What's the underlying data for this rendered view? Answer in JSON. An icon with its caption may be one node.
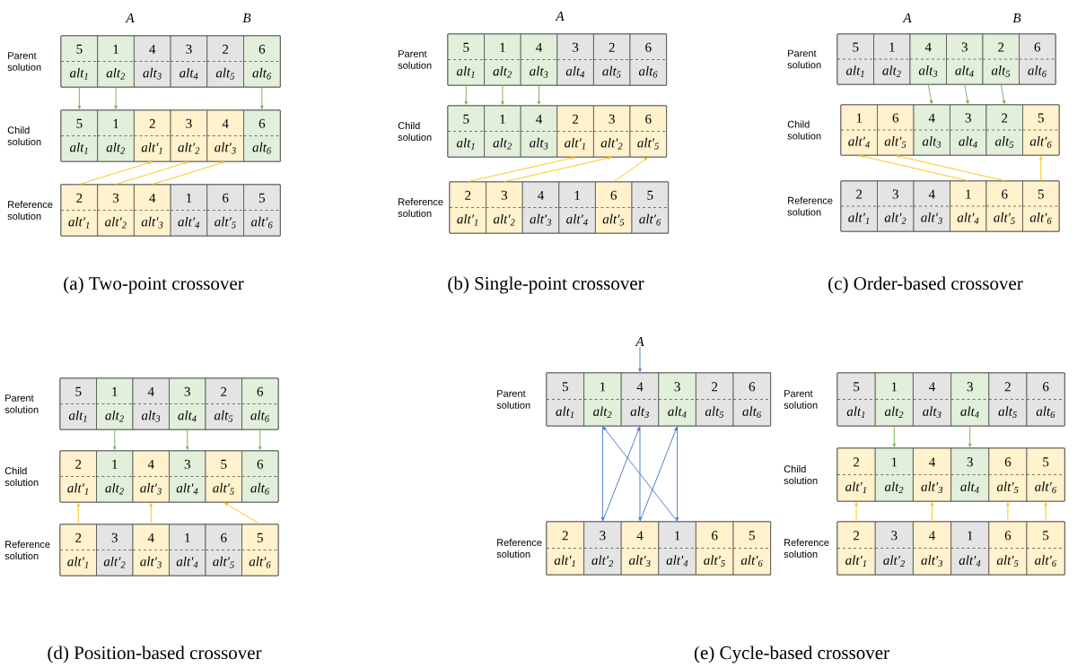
{
  "diagram": {
    "nodes": [
      {
        "text": [
          "Parent solution"
        ]
      },
      {
        "text": [
          "5",
          "alt$_{1}$"
        ],
        "in": 0
      },
      {
        "text": [
          "1",
          "alt$_{2}$"
        ],
        "in": 0
      },
      {
        "text": [
          "4",
          "alt$_{3}$"
        ],
        "in": 0
      },
      {
        "text": [
          "3",
          "alt$_{4}$"
        ],
        "in": 0
      },
      {
        "text": [
          "2",
          "alt$_{5}$"
        ],
        "in": 0
      },
      {
        "text": [
          "6",
          "alt$_{6}$"
        ],
        "in": 0
      },
      {
        "text": [
          "Child solution"
        ]
      },
      {
        "text": [
          "5",
          "alt$_{1}$"
        ],
        "in": 7
      },
      {
        "text": [
          "1",
          "alt$_{2}$"
        ],
        "in": 7
      },
      {
        "text": [
          "2",
          "alt′$_{1}$"
        ],
        "in": 7
      },
      {
        "text": [
          "3",
          "alt′$_{2}$"
        ],
        "in": 7
      },
      {
        "text": [
          "4",
          "alt′$_{3}$"
        ],
        "in": 7
      },
      {
        "text": [
          "6",
          "alt$_{6}$"
        ],
        "in": 7
      },
      {
        "text": [
          "Reference solution"
        ]
      },
      {
        "text": [
          "2",
          "alt′$_{1}$"
        ],
        "in": 14
      },
      {
        "text": [
          "3",
          "alt′$_{2}$"
        ],
        "in": 14
      },
      {
        "text": [
          "4",
          "alt′$_{3}$"
        ],
        "in": 14
      },
      {
        "text": [
          "1",
          "alt′$_{4}$"
        ],
        "in": 14
      },
      {
        "text": [
          "6",
          "alt′$_{5}$"
        ],
        "in": 14
      },
      {
        "text": [
          "5",
          "alt′$_{6}$"
        ],
        "in": 14
      },
      {
        "text": [
          "Parent solution"
        ]
      },
      {
        "text": [
          "5",
          "alt$_{1}$"
        ],
        "in": 21
      },
      {
        "text": [
          "1",
          "alt$_{2}$"
        ],
        "in": 21
      },
      {
        "text": [
          "4",
          "alt$_{3}$"
        ],
        "in": 21
      },
      {
        "text": [
          "3",
          "alt$_{4}$"
        ],
        "in": 21
      },
      {
        "text": [
          "2",
          "alt$_{5}$"
        ],
        "in": 21
      },
      {
        "text": [
          "6",
          "alt$_{6}$"
        ],
        "in": 21
      },
      {
        "text": [
          "Child solution"
        ]
      },
      {
        "text": [
          "5",
          "alt$_{1}$"
        ],
        "in": 28
      },
      {
        "text": [
          "1",
          "alt$_{2}$"
        ],
        "in": 28
      },
      {
        "text": [
          "4",
          "alt$_{3}$"
        ],
        "in": 28
      },
      {
        "text": [
          "2",
          "alt′$_{1}$"
        ],
        "in": 28
      },
      {
        "text": [
          "3",
          "alt′$_{2}$"
        ],
        "in": 28
      },
      {
        "text": [
          "6",
          "alt′$_{5}$"
        ],
        "in": 28
      },
      {
        "text": [
          "Reference solution"
        ]
      },
      {
        "text": [
          "2",
          "alt′$_{1}$"
        ],
        "in": 35
      },
      {
        "text": [
          "3",
          "alt′$_{2}$"
        ],
        "in": 35
      },
      {
        "text": [
          "4",
          "alt′$_{3}$"
        ],
        "in": 35
      },
      {
        "text": [
          "1",
          "alt′$_{4}$"
        ],
        "in": 35
      },
      {
        "text": [
          "6",
          "alt′$_{5}$"
        ],
        "in": 35
      },
      {
        "text": [
          "5",
          "alt′$_{6}$"
        ],
        "in": 35
      },
      {
        "text": [
          "Parent solution"
        ]
      },
      {
        "text": [
          "5",
          "alt$_{1}$"
        ],
        "in": 42
      },
      {
        "text": [
          "1",
          "alt$_{2}$"
        ],
        "in": 42
      },
      {
        "text": [
          "4",
          "alt$_{3}$"
        ],
        "in": 42
      },
      {
        "text": [
          "3",
          "alt$_{4}$"
        ],
        "in": 42
      },
      {
        "text": [
          "2",
          "alt$_{5}$"
        ],
        "in": 42
      },
      {
        "text": [
          "6",
          "alt$_{6}$"
        ],
        "in": 42
      },
      {
        "text": [
          "Child solution"
        ]
      },
      {
        "text": [
          "1",
          "alt′$_{4}$"
        ],
        "in": 49
      },
      {
        "text": [
          "6",
          "alt′$_{5}$"
        ],
        "in": 49
      },
      {
        "text": [
          "4",
          "alt$_{3}$"
        ],
        "in": 49
      },
      {
        "text": [
          "3",
          "alt$_{4}$"
        ],
        "in": 49
      },
      {
        "text": [
          "2",
          "alt$_{5}$"
        ],
        "in": 49
      },
      {
        "text": [
          "5",
          "alt′$_{6}$"
        ],
        "in": 49
      },
      {
        "text": [
          "Reference solution"
        ]
      },
      {
        "text": [
          "2",
          "alt′$_{1}$"
        ],
        "in": 56
      },
      {
        "text": [
          "3",
          "alt′$_{2}$"
        ],
        "in": 56
      },
      {
        "text": [
          "4",
          "alt′$_{3}$"
        ],
        "in": 56
      },
      {
        "text": [
          "1",
          "alt′$_{4}$"
        ],
        "in": 56
      },
      {
        "text": [
          "6",
          "alt′$_{5}$"
        ],
        "in": 56
      },
      {
        "text": [
          "5",
          "alt′$_{6}$"
        ],
        "in": 56
      },
      {
        "text": [
          "Parent solution"
        ]
      },
      {
        "text": [
          "5",
          "alt$_{1}$"
        ],
        "in": 63
      },
      {
        "text": [
          "1",
          "alt$_{2}$"
        ],
        "in": 63
      },
      {
        "text": [
          "4",
          "alt$_{3}$"
        ],
        "in": 63
      },
      {
        "text": [
          "3",
          "alt$_{4}$"
        ],
        "in": 63
      },
      {
        "text": [
          "2",
          "alt$_{5}$"
        ],
        "in": 63
      },
      {
        "text": [
          "6",
          "alt$_{6}$"
        ],
        "in": 63
      },
      {
        "text": [
          "Child solution"
        ]
      },
      {
        "text": [
          "2",
          "alt′$_{1}$"
        ],
        "in": 70
      },
      {
        "text": [
          "1",
          "alt$_{2}$"
        ],
        "in": 70
      },
      {
        "text": [
          "4",
          "alt′$_{3}$"
        ],
        "in": 70
      },
      {
        "text": [
          "3",
          "alt′$_{4}$"
        ],
        "in": 70
      },
      {
        "text": [
          "5",
          "alt′$_{5}$"
        ],
        "in": 70
      },
      {
        "text": [
          "6",
          "alt$_{6}$"
        ],
        "in": 70
      },
      {
        "text": [
          "Reference solution"
        ]
      },
      {
        "text": [
          "2",
          "alt′$_{1}$"
        ],
        "in": 77
      },
      {
        "text": [
          "3",
          "alt′$_{2}$"
        ],
        "in": 77
      },
      {
        "text": [
          "4",
          "alt′$_{3}$"
        ],
        "in": 77
      },
      {
        "text": [
          "1",
          "alt′$_{4}$"
        ],
        "in": 77
      },
      {
        "text": [
          "6",
          "alt′$_{5}$"
        ],
        "in": 77
      },
      {
        "text": [
          "5",
          "alt′$_{6}$"
        ],
        "in": 77
      },
      {
        "text": [
          "A"
        ]
      },
      {
        "text": [
          "Parent solution"
        ]
      },
      {
        "text": [
          "5",
          "alt$_{1}$"
        ],
        "in": 85
      },
      {
        "text": [
          "1",
          "alt$_{2}$"
        ],
        "in": 85
      },
      {
        "text": [
          "4",
          "alt$_{3}$"
        ],
        "in": 85
      },
      {
        "text": [
          "3",
          "alt$_{4}$"
        ],
        "in": 85
      },
      {
        "text": [
          "2",
          "alt$_{5}$"
        ],
        "in": 85
      },
      {
        "text": [
          "6",
          "alt$_{6}$"
        ],
        "in": 85
      },
      {
        "text": [
          "Reference solution"
        ]
      },
      {
        "text": [
          "2",
          "alt′$_{1}$"
        ],
        "in": 92
      },
      {
        "text": [
          "3",
          "alt′$_{2}$"
        ],
        "in": 92
      },
      {
        "text": [
          "4",
          "alt′$_{3}$"
        ],
        "in": 92
      },
      {
        "text": [
          "1",
          "alt′$_{4}$"
        ],
        "in": 92
      },
      {
        "text": [
          "6",
          "alt′$_{5}$"
        ],
        "in": 92
      },
      {
        "text": [
          "5",
          "alt′$_{6}$"
        ],
        "in": 92
      },
      {
        "text": [
          "Parent solution"
        ]
      },
      {
        "text": [
          "5",
          "alt$_{1}$"
        ],
        "in": 99
      },
      {
        "text": [
          "1",
          "alt$_{2}$"
        ],
        "in": 99
      },
      {
        "text": [
          "4",
          "alt$_{3}$"
        ],
        "in": 99
      },
      {
        "text": [
          "3",
          "alt$_{4}$"
        ],
        "in": 99
      },
      {
        "text": [
          "2",
          "alt$_{5}$"
        ],
        "in": 99
      },
      {
        "text": [
          "6",
          "alt$_{6}$"
        ],
        "in": 99
      },
      {
        "text": [
          "Child solution"
        ]
      },
      {
        "text": [
          "2",
          "alt′$_{1}$"
        ],
        "in": 106
      },
      {
        "text": [
          "1",
          "alt$_{2}$"
        ],
        "in": 106
      },
      {
        "text": [
          "4",
          "alt′$_{3}$"
        ],
        "in": 106
      },
      {
        "text": [
          "3",
          "alt$_{4}$"
        ],
        "in": 106
      },
      {
        "text": [
          "6",
          "alt′$_{5}$"
        ],
        "in": 106
      },
      {
        "text": [
          "5",
          "alt′$_{6}$"
        ],
        "in": 106
      },
      {
        "text": [
          "Reference solution"
        ]
      },
      {
        "text": [
          "2",
          "alt′$_{1}$"
        ],
        "in": 113
      },
      {
        "text": [
          "3",
          "alt′$_{2}$"
        ],
        "in": 113
      },
      {
        "text": [
          "4",
          "alt′$_{3}$"
        ],
        "in": 113
      },
      {
        "text": [
          "1",
          "alt′$_{4}$"
        ],
        "in": 113
      },
      {
        "text": [
          "6",
          "alt′$_{5}$"
        ],
        "in": 113
      },
      {
        "text": [
          "5",
          "alt′$_{6}$"
        ],
        "in": 113
      }
    ],
    "edges": [
      {
        "from": 1,
        "to": 8,
        "arrow": "to",
        "color": "#70ad47"
      },
      {
        "from": 2,
        "to": 9,
        "arrow": "to",
        "color": "#70ad47"
      },
      {
        "from": 6,
        "to": 13,
        "arrow": "to",
        "color": "#70ad47"
      },
      {
        "from": 15,
        "to": 10,
        "arrow": "to",
        "color": "#ffc000"
      },
      {
        "from": 16,
        "to": 11,
        "arrow": "to",
        "color": "#ffc000"
      },
      {
        "from": 17,
        "to": 12,
        "arrow": "to",
        "color": "#ffc000"
      },
      {
        "from": 22,
        "to": 29,
        "arrow": "to",
        "color": "#70ad47"
      },
      {
        "from": 23,
        "to": 30,
        "arrow": "to",
        "color": "#70ad47"
      },
      {
        "from": 24,
        "to": 31,
        "arrow": "to",
        "color": "#70ad47"
      },
      {
        "from": 36,
        "to": 32,
        "arrow": "to",
        "color": "#ffc000"
      },
      {
        "from": 37,
        "to": 33,
        "arrow": "to",
        "color": "#ffc000"
      },
      {
        "from": 40,
        "to": 34,
        "arrow": "to",
        "color": "#ffc000"
      },
      {
        "from": 45,
        "to": 52,
        "arrow": "to",
        "color": "#70ad47"
      },
      {
        "from": 46,
        "to": 53,
        "arrow": "to",
        "color": "#70ad47"
      },
      {
        "from": 47,
        "to": 54,
        "arrow": "to",
        "color": "#70ad47"
      },
      {
        "from": 60,
        "to": 50,
        "arrow": "to",
        "color": "#ffc000"
      },
      {
        "from": 61,
        "to": 51,
        "arrow": "to",
        "color": "#ffc000"
      },
      {
        "from": 62,
        "to": 55,
        "arrow": "to",
        "color": "#ffc000"
      },
      {
        "from": 65,
        "to": 72,
        "arrow": "to",
        "color": "#70ad47"
      },
      {
        "from": 67,
        "to": 74,
        "arrow": "to",
        "color": "#70ad47"
      },
      {
        "from": 69,
        "to": 76,
        "arrow": "to",
        "color": "#70ad47"
      },
      {
        "from": 78,
        "to": 71,
        "arrow": "to",
        "color": "#ffc000"
      },
      {
        "from": 80,
        "to": 73,
        "arrow": "to",
        "color": "#ffc000"
      },
      {
        "from": 83,
        "to": 75,
        "arrow": "to",
        "color": "#ffc000"
      },
      {
        "from": 84,
        "to": 88,
        "arrow": "to",
        "color": "#4472c4"
      },
      {
        "from": 87,
        "to": 94,
        "arrow": "to",
        "color": "#4472c4"
      },
      {
        "from": 94,
        "to": 88,
        "arrow": "to",
        "color": "#4472c4"
      },
      {
        "from": 88,
        "to": 95,
        "arrow": "to",
        "color": "#4472c4"
      },
      {
        "from": 95,
        "to": 89,
        "arrow": "to",
        "color": "#4472c4"
      },
      {
        "from": 89,
        "to": 96,
        "arrow": "to",
        "color": "#4472c4"
      },
      {
        "from": 96,
        "to": 87,
        "arrow": "to",
        "color": "#4472c4"
      },
      {
        "from": 101,
        "to": 108,
        "arrow": "to",
        "color": "#70ad47"
      },
      {
        "from": 103,
        "to": 110,
        "arrow": "to",
        "color": "#70ad47"
      },
      {
        "from": 114,
        "to": 107,
        "arrow": "to",
        "color": "#ffc000"
      },
      {
        "from": 116,
        "to": 109,
        "arrow": "to",
        "color": "#ffc000"
      },
      {
        "from": 118,
        "to": 111,
        "arrow": "to",
        "color": "#ffc000"
      },
      {
        "from": 119,
        "to": 112,
        "arrow": "to",
        "color": "#ffc000"
      }
    ],
    "labels": [
      "A",
      "B",
      "A",
      "A",
      "B",
      "(a) Two-point crossover",
      "(b) Single-point crossover",
      "(c) Order-based crossover",
      "(d) Position-based crossover",
      "(e) Cycle-based crossover"
    ]
  }
}
